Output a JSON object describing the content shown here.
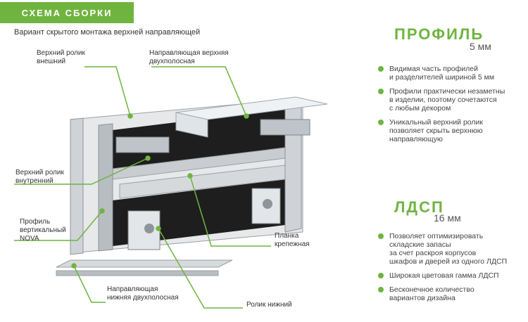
{
  "header": {
    "title": "СХЕМА СБОРКИ"
  },
  "subtitle": "Вариант скрытого монтажа верхней направляющей",
  "labels": {
    "top_roller_outer": [
      "Верхний ролик",
      "внешний"
    ],
    "top_rail": [
      "Направляющая верхняя",
      "двухполосная"
    ],
    "top_roller_inner": [
      "Верхний ролик",
      "внутренний"
    ],
    "profile_nova": [
      "Профиль",
      "вертикальный",
      "NOVA"
    ],
    "mounting_strip": [
      "Планка",
      "крепежная"
    ],
    "bottom_rail": [
      "Направляющая",
      "нижняя двухполосная"
    ],
    "bottom_roller": [
      "Ролик нижний"
    ]
  },
  "profile_section": {
    "title": "ПРОФИЛЬ",
    "size": "5 мм",
    "bullets": [
      [
        "Видимая часть профилей",
        "и разделителей шириной 5 мм"
      ],
      [
        "Профили практически незаметны",
        "в изделии, поэтому сочетаются",
        "с любым декором"
      ],
      [
        "Уникальный верхний ролик",
        "позволяет скрыть верхнюю",
        "направляющую"
      ]
    ]
  },
  "ldsp_section": {
    "title": "ЛДСП",
    "size": "16 мм",
    "bullets": [
      [
        "Позволяет оптимизировать",
        "складские запасы",
        "за счет раскроя корпусов",
        "шкафов и дверей из одного ЛДСП"
      ],
      [
        "Широкая цветовая гамма ЛДСП"
      ],
      [
        "Бесконечное количество",
        "вариантов дизайна"
      ]
    ]
  },
  "colors": {
    "accent": "#6fb43f",
    "panel": "#1e1e1e",
    "metal": "#c9cdd1"
  }
}
